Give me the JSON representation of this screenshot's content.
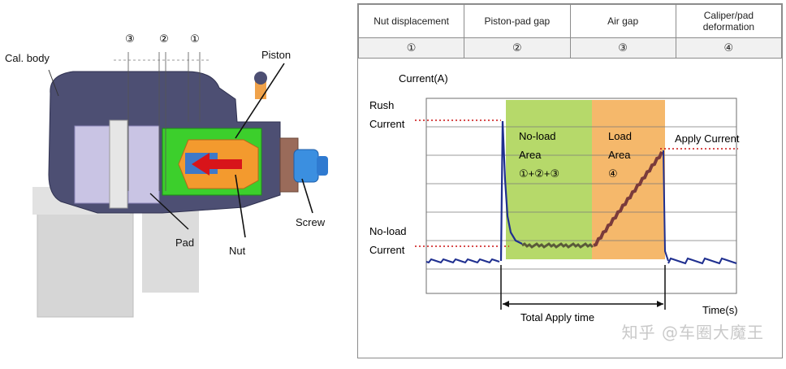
{
  "left_diagram": {
    "markers": [
      "③",
      "②",
      "①"
    ],
    "labels": {
      "cal_body": "Cal. body",
      "piston": "Piston",
      "screw": "Screw",
      "pad": "Pad",
      "nut": "Nut"
    }
  },
  "phase_table": {
    "headers": [
      "Nut displacement",
      "Piston-pad gap",
      "Air gap",
      "Caliper/pad deformation"
    ],
    "numbers": [
      "①",
      "②",
      "③",
      "④"
    ]
  },
  "chart_data": {
    "type": "line",
    "ylabel": "Current(A)",
    "xlabel": "Time(s)",
    "y_markers": {
      "rush": [
        "Rush",
        "Current"
      ],
      "no_load": [
        "No-load",
        "Current"
      ]
    },
    "areas": [
      {
        "lines": [
          "No-load",
          "Area",
          "①+②+③"
        ],
        "color": "#b6d96a"
      },
      {
        "lines": [
          "Load",
          "Area",
          "④"
        ],
        "color": "#f5b86b"
      }
    ],
    "annotations": {
      "apply_current": "Apply Current",
      "total_apply_time": "Total Apply time"
    },
    "series_colors": {
      "idle": "#1f2f8f",
      "apply": "#5a5a3a",
      "load": "#7a3b3b"
    }
  },
  "watermark": "知乎 @车圈大魔王"
}
